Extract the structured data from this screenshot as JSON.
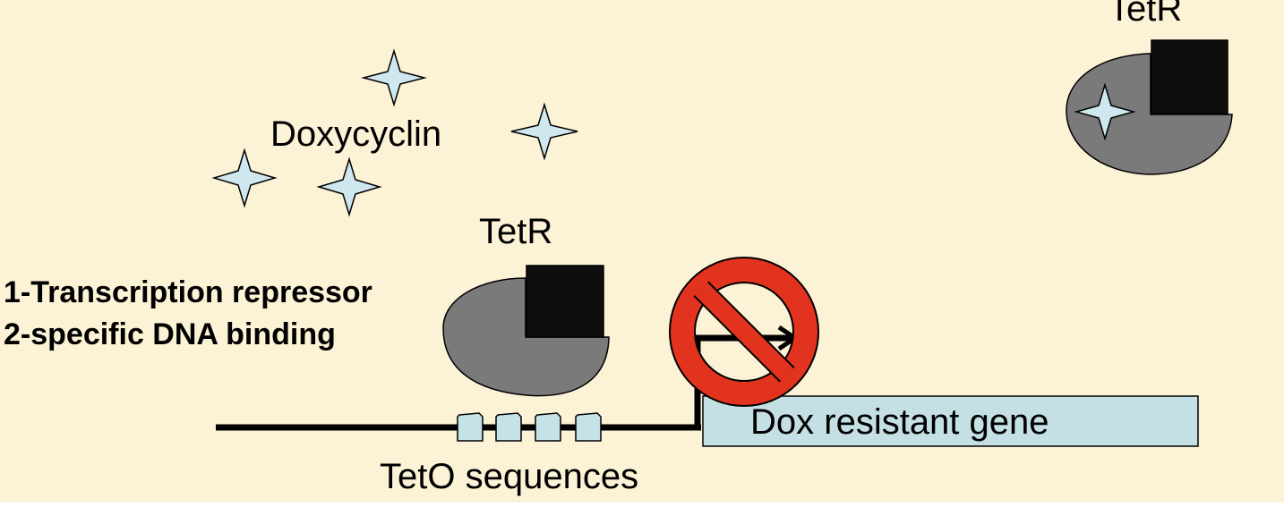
{
  "labels": {
    "doxycyclin": "Doxycyclin",
    "tetr_bound": "TetR",
    "tetr_free": "TetR",
    "repressor_line1": "1-Transcription repressor",
    "repressor_line2": "2-specific DNA binding",
    "teto": "TetO sequences",
    "gene": "Dox resistant gene"
  },
  "colors": {
    "background": "#FCF2D6",
    "tetr_body": "#7A7A7A",
    "tetr_block": "#0E0E0E",
    "doxycyclin_star": "#CFE7EF",
    "teto_box": "#C5E2E7",
    "gene_box": "#C4E0E4",
    "prohibition": "#E2331F",
    "dna": "#000000"
  },
  "icons": [
    "doxycyclin-star-icon",
    "prohibition-icon",
    "promoter-arrow-icon"
  ]
}
